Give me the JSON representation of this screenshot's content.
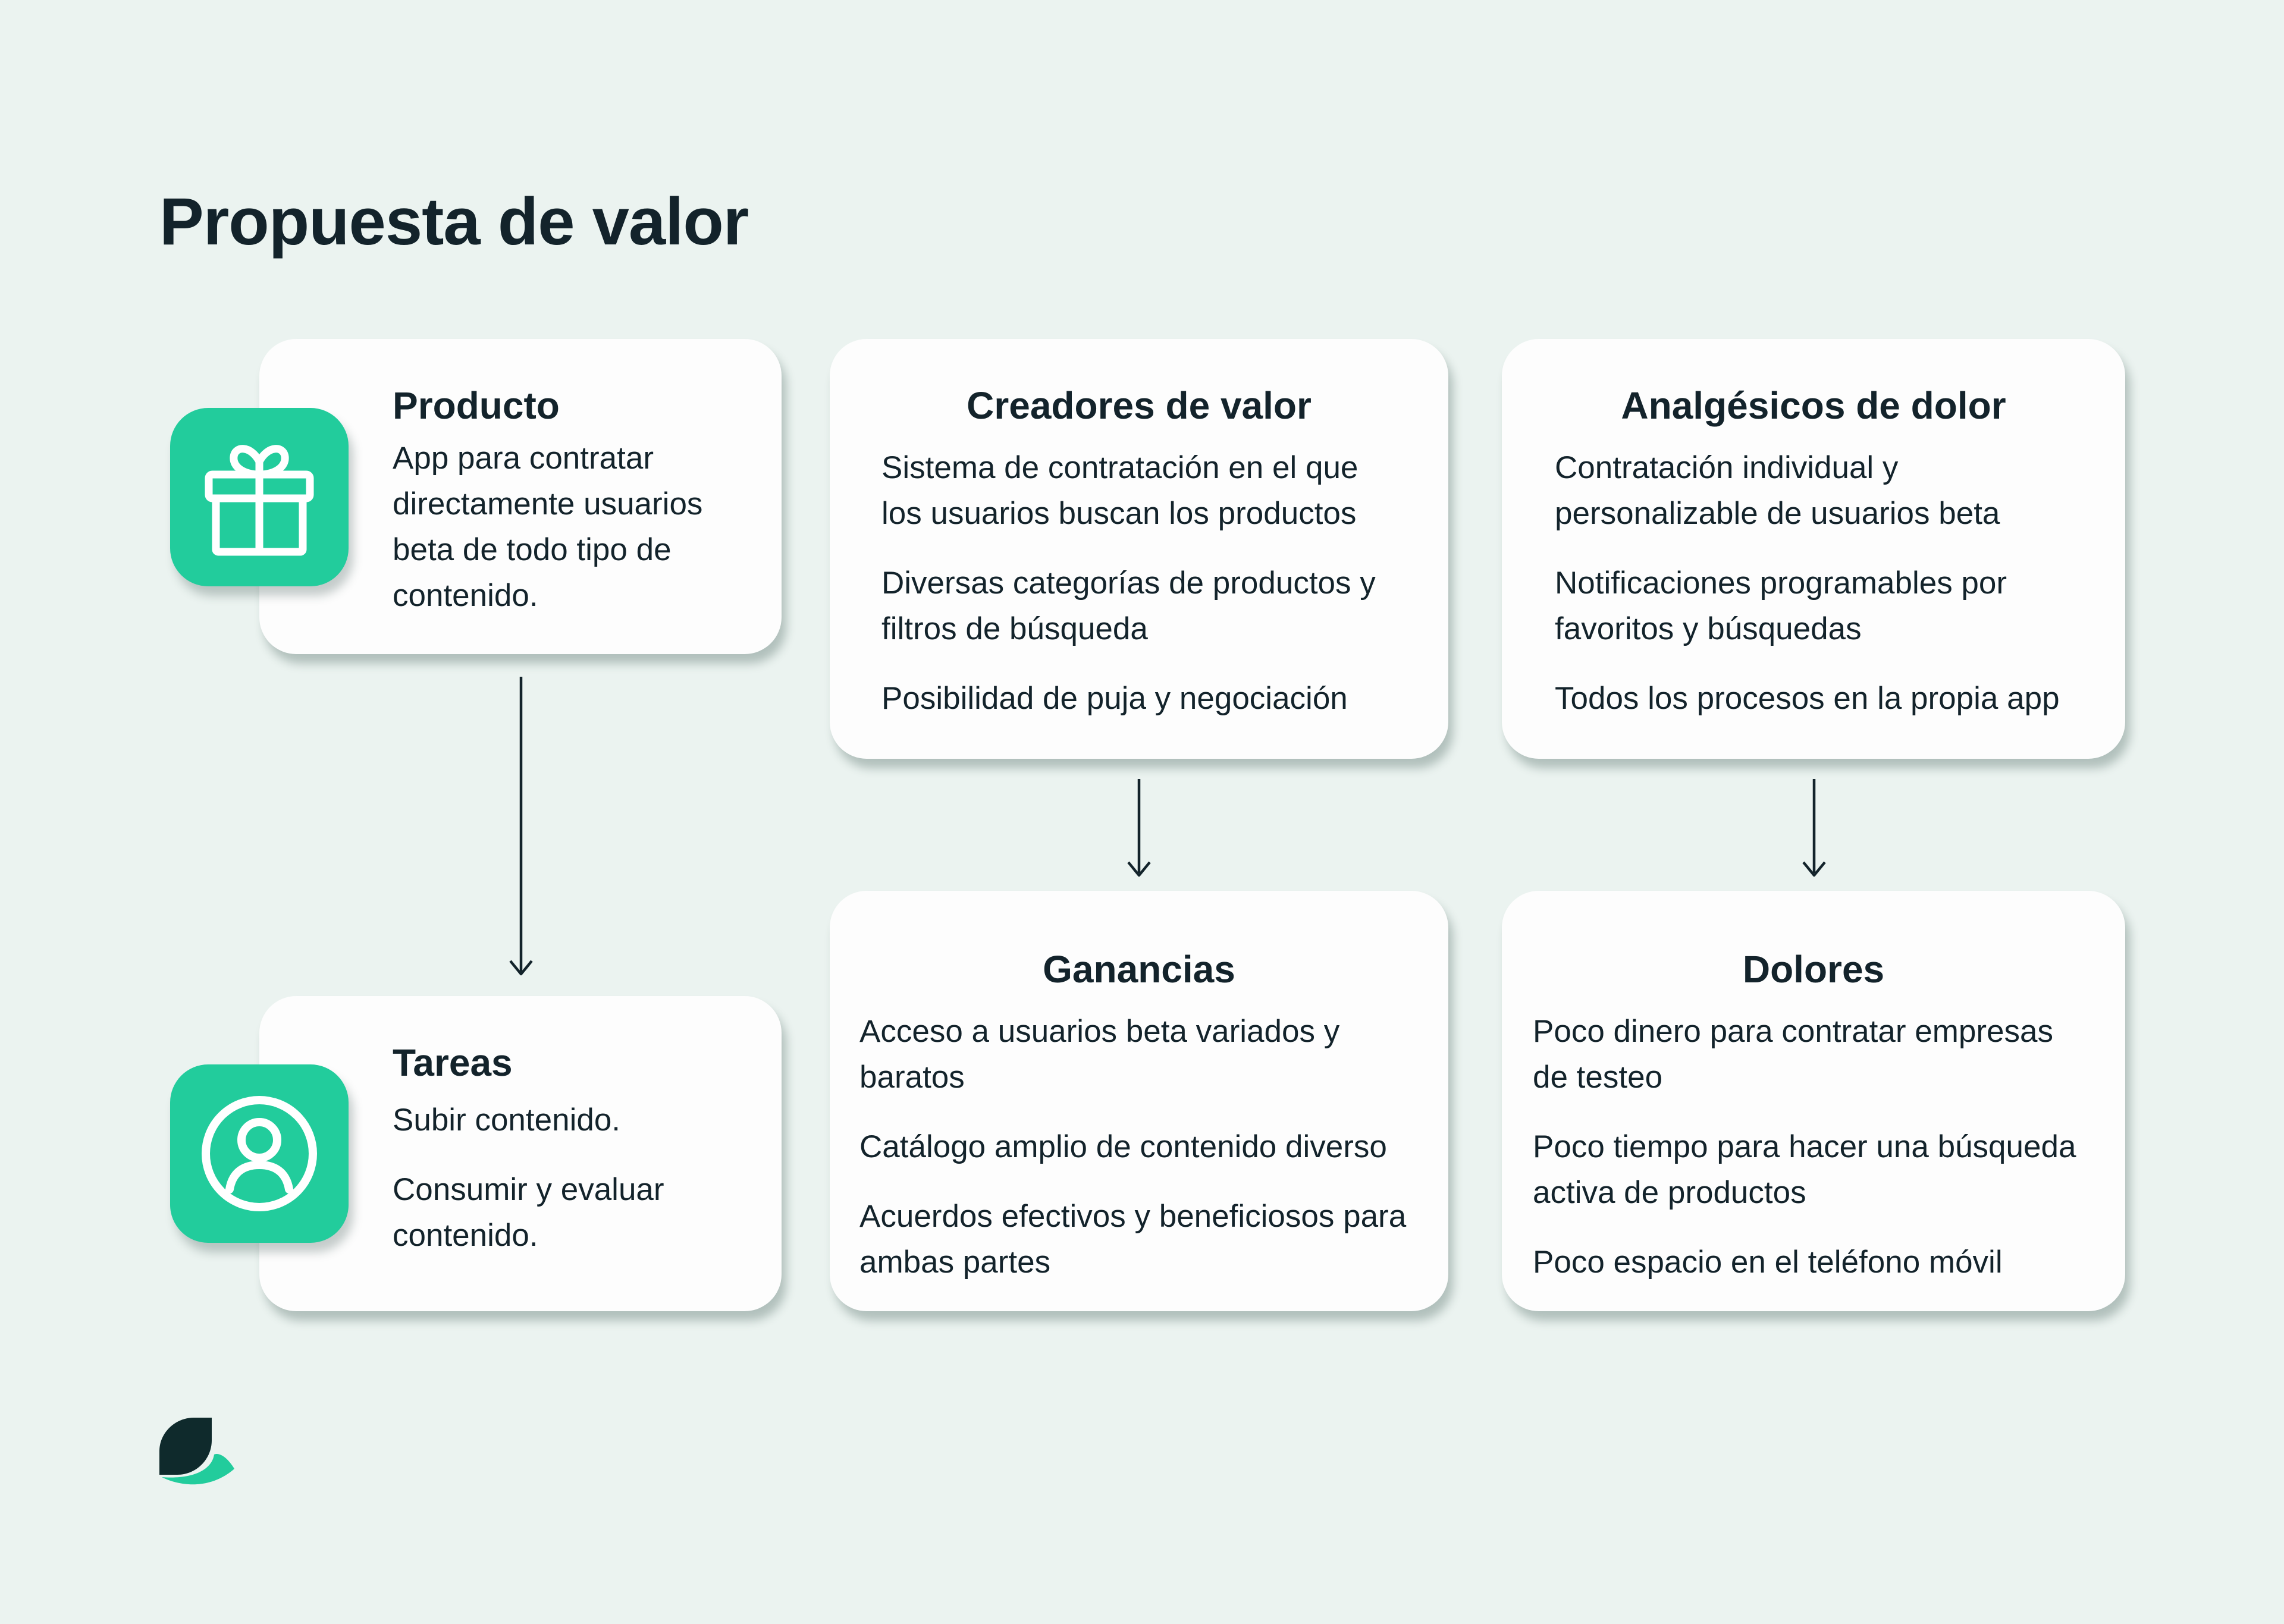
{
  "page": {
    "title": "Propuesta de valor"
  },
  "colors": {
    "background": "#ebf3f0",
    "accent": "#22cc9c",
    "text": "#13232b",
    "card": "#fdfdfd"
  },
  "producto": {
    "icon": "gift-icon",
    "title": "Producto",
    "lines": [
      "App para contratar",
      "directamente usuarios",
      "beta de todo tipo de",
      "contenido."
    ]
  },
  "tareas": {
    "icon": "user-avatar-icon",
    "title": "Tareas",
    "items": [
      {
        "lines": [
          "Subir contenido."
        ]
      },
      {
        "lines": [
          "Consumir y evaluar",
          "contenido."
        ]
      }
    ]
  },
  "creadores": {
    "title": "Creadores de valor",
    "items": [
      {
        "lines": [
          "Sistema de contratación en el que",
          "los usuarios buscan los productos"
        ]
      },
      {
        "lines": [
          "Diversas categorías de productos y",
          "filtros de búsqueda"
        ]
      },
      {
        "lines": [
          "Posibilidad de puja y negociación"
        ]
      }
    ]
  },
  "analgesicos": {
    "title": "Analgésicos de dolor",
    "items": [
      {
        "lines": [
          "Contratación individual y",
          "personalizable de usuarios beta"
        ]
      },
      {
        "lines": [
          "Notificaciones programables por",
          "favoritos y búsquedas"
        ]
      },
      {
        "lines": [
          "Todos los procesos en la propia app"
        ]
      }
    ]
  },
  "ganancias": {
    "title": "Ganancias",
    "items": [
      {
        "lines": [
          "Acceso a usuarios beta variados y",
          "baratos"
        ]
      },
      {
        "lines": [
          "Catálogo amplio de contenido diverso"
        ]
      },
      {
        "lines": [
          "Acuerdos efectivos y beneficiosos para",
          "ambas partes"
        ]
      }
    ]
  },
  "dolores": {
    "title": "Dolores",
    "items": [
      {
        "lines": [
          "Poco dinero para contratar empresas",
          "de testeo"
        ]
      },
      {
        "lines": [
          "Poco tiempo para hacer una búsqueda",
          "activa de productos"
        ]
      },
      {
        "lines": [
          "Poco espacio en el teléfono móvil"
        ]
      }
    ]
  },
  "logo": {
    "icon": "brand-logo-icon"
  }
}
